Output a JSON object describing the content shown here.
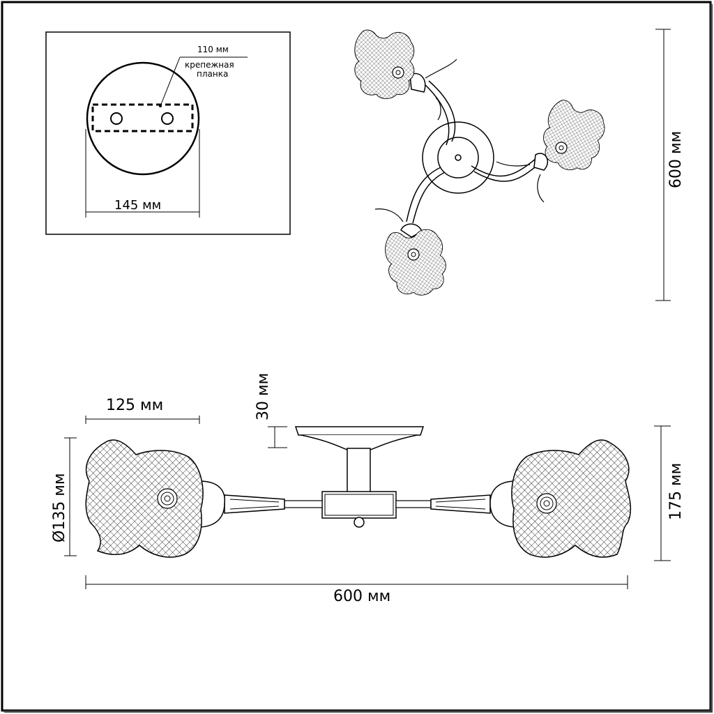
{
  "inset": {
    "bracket_length": "110 мм",
    "bracket_label_line1": "крепежная",
    "bracket_label_line2": "планка",
    "base_diameter": "145 мм"
  },
  "top_view": {
    "overall_size": "600 мм"
  },
  "side_view": {
    "shade_width": "125 мм",
    "shade_diameter": "Ø135 мм",
    "canopy_height": "30 мм",
    "total_height": "175 мм",
    "total_width": "600 мм"
  },
  "colors": {
    "line": "#000000",
    "background": "#ffffff",
    "frame": "#000000",
    "frame_shadow": "#444444"
  }
}
